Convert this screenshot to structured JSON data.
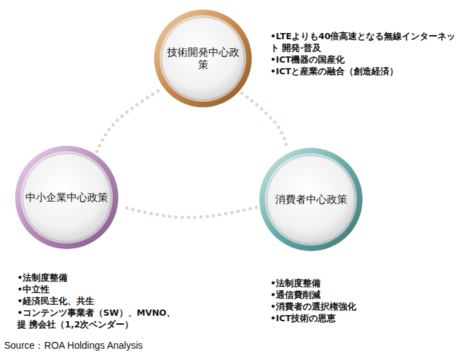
{
  "diagram": {
    "caption": "Source：ROA Holdings Analysis",
    "nodes": [
      {
        "text": [
          "技術開発中心政策"
        ]
      },
      {
        "text": [
          "中小企業中心政策"
        ]
      },
      {
        "text": [
          "消費者中心政策"
        ]
      }
    ],
    "edges": [
      {
        "from": 0,
        "to": 2,
        "arrow": "none"
      },
      {
        "from": 2,
        "to": 1,
        "arrow": "none"
      },
      {
        "from": 1,
        "to": 0,
        "arrow": "none"
      }
    ],
    "labels": [
      "•LTEよりも40倍高速となる無線インターネット 開発·普及",
      "•ICT機器の国産化",
      "•ICTと産業の融合（創造経済）",
      "•法制度整備",
      "•中立性",
      "•経済民主化、共生",
      "•コンテンツ事業者（SW）、MVNO、提 携会社（1,2次ベンダー）",
      "•法制度整備",
      "•通信費削減",
      "•消費者の選択権強化",
      "•ICT技術の恩恵"
    ]
  }
}
